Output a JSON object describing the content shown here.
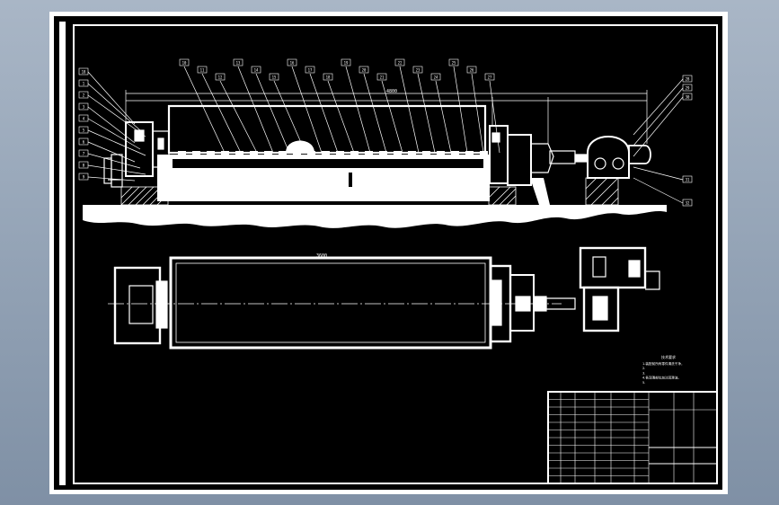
{
  "app": {
    "name": "CAD drawing viewer"
  },
  "drawing": {
    "type": "mechanical assembly drawing",
    "background_color": "#000000",
    "line_color": "#ffffff",
    "frame_color": "#ffffff",
    "viewer_background": "#9aa9bb",
    "views": [
      "front-elevation",
      "plan-view"
    ],
    "balloon_labels_left": [
      "18",
      "1",
      "2",
      "3",
      "4",
      "5",
      "6",
      "7",
      "8",
      "9"
    ],
    "balloon_labels_top": [
      "10",
      "11",
      "12",
      "13",
      "14",
      "15",
      "16",
      "17",
      "18",
      "19",
      "20",
      "21",
      "22",
      "23",
      "24",
      "25",
      "26",
      "27"
    ],
    "balloon_labels_right": [
      "28",
      "29",
      "30",
      "31",
      "32"
    ],
    "dimension_text_top": "4800",
    "dimension_text_plan": "3600",
    "technical_requirements_title": "技术要求",
    "technical_requirements_lines": [
      "1.装配前所有零件清洗干净，",
      "2.",
      "3.",
      "4.各润滑部位加注润滑油。",
      "5."
    ]
  },
  "title_block": {
    "rows": 12,
    "columns": 8
  }
}
